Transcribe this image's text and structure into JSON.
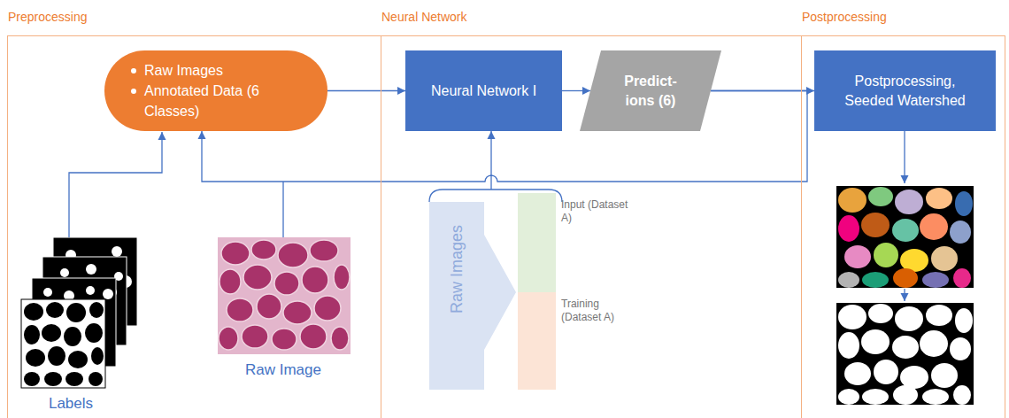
{
  "diagram": {
    "nodes": [
      {
        "text": [
          "Preprocessing"
        ]
      },
      {
        "text": [
          "Raw Images",
          "Annotated Data (6 Classes)"
        ],
        "in": 0
      },
      {
        "text": [
          "Neural Network"
        ]
      },
      {
        "text": [
          "Neural Network I"
        ],
        "in": 2
      },
      {
        "text": [
          "Predict- ions (6)"
        ],
        "in": 2
      },
      {
        "text": [
          "Raw Images"
        ],
        "in": 2
      },
      {
        "text": [
          "Input (Dataset A)"
        ],
        "in": 2
      },
      {
        "text": [
          "Training (Dataset A)"
        ],
        "in": 2
      },
      {
        "text": [
          "Postprocessing"
        ]
      },
      {
        "text": [
          "Postprocessing, Seeded Watershed"
        ],
        "in": 8
      }
    ],
    "edges": [
      {
        "from": 1,
        "to": 3,
        "arrow": "to"
      },
      {
        "from": 3,
        "to": 4,
        "arrow": "to"
      },
      {
        "from": 4,
        "to": 9,
        "arrow": "to"
      },
      {
        "from": 4,
        "to": 1,
        "arrow": "to"
      },
      {
        "from": 5,
        "to": 3,
        "arrow": "to"
      }
    ],
    "labels": [
      "Labels",
      "Raw Image"
    ]
  }
}
